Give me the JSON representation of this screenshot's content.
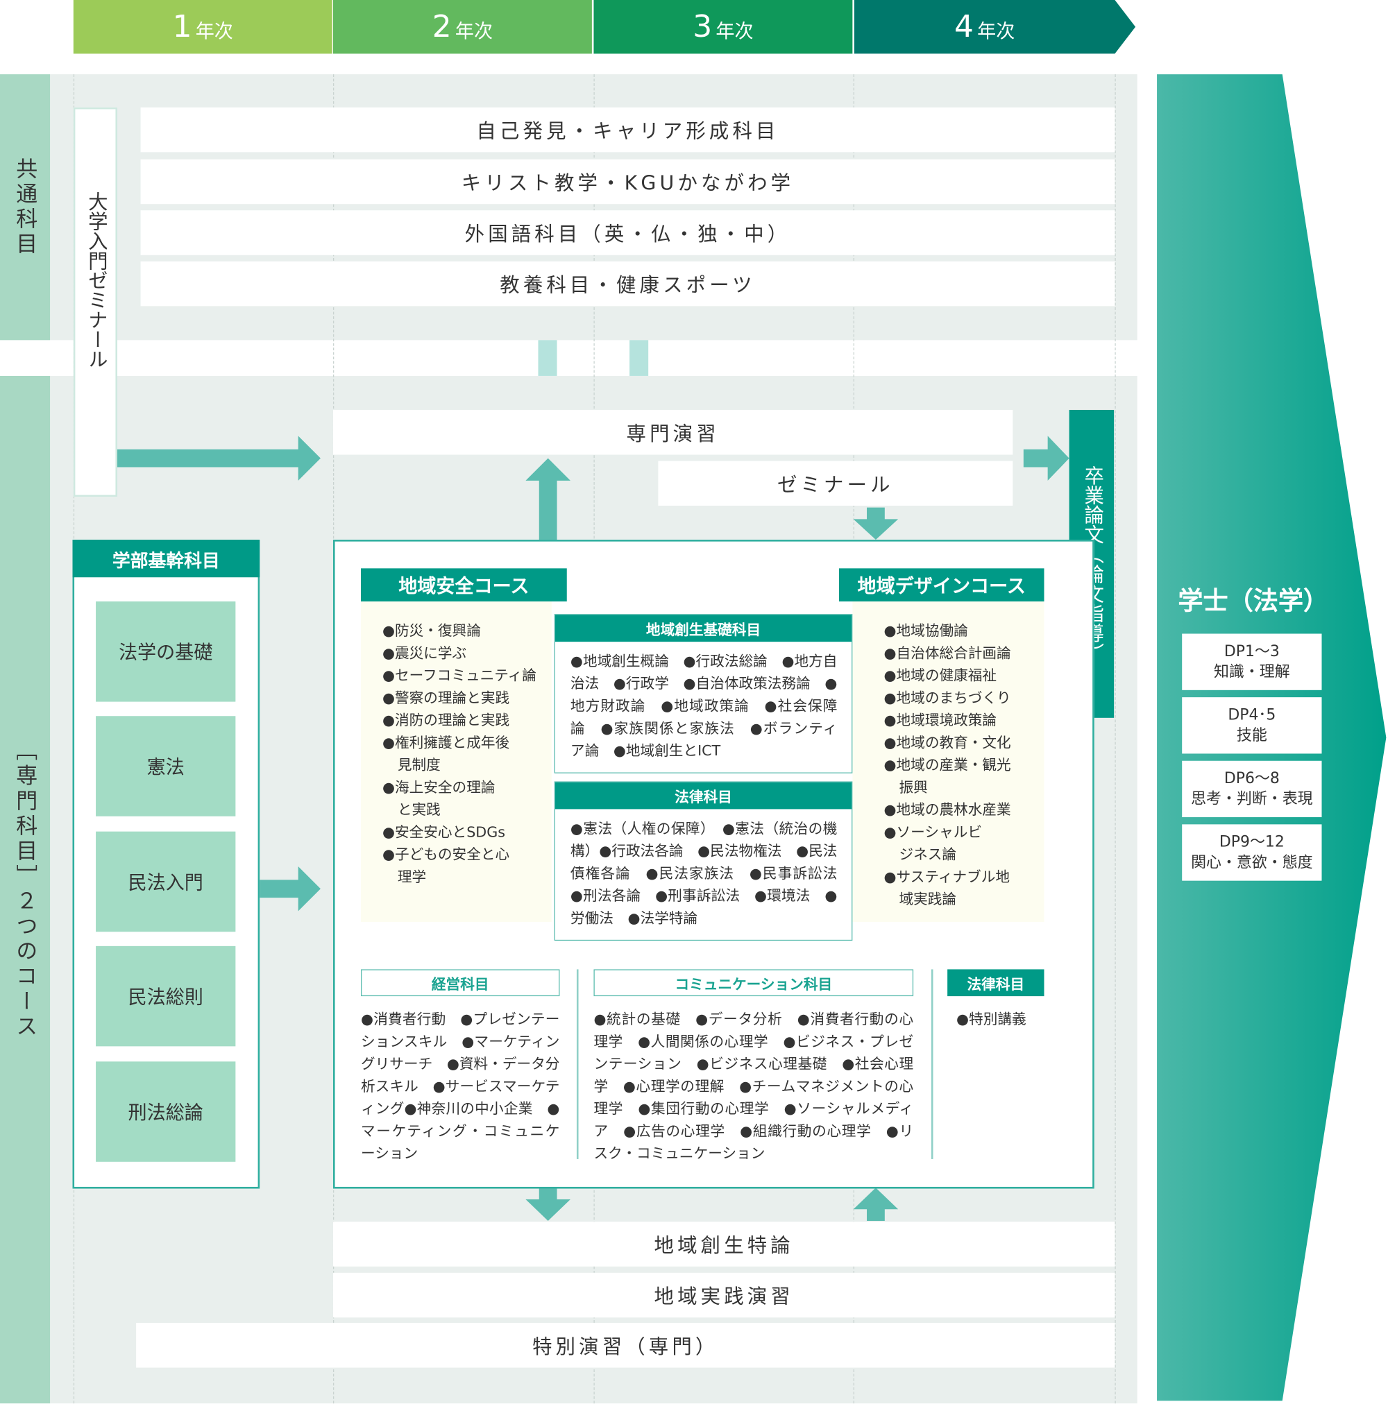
{
  "years": [
    {
      "num": "1",
      "suffix": "年次",
      "color": "#9ccb58"
    },
    {
      "num": "2",
      "suffix": "年次",
      "color": "#62b95e"
    },
    {
      "num": "3",
      "suffix": "年次",
      "color": "#0f985a"
    },
    {
      "num": "4",
      "suffix": "年次",
      "color": "#00786b"
    }
  ],
  "side_labels": {
    "common": "共通科目",
    "major": "［専門科目］２つのコース"
  },
  "intro_seminar": "大学入門ゼミナール",
  "common_rows": [
    "自己発見・キャリア形成科目",
    "キリスト教学・KGUかながわ学",
    "外国語科目（英・仏・独・中）",
    "教養科目・健康スポーツ"
  ],
  "senmon_enshu": "専門演習",
  "seminar": "ゼミナール",
  "thesis": "卒業論文（論文指導）",
  "core": {
    "title": "学部基幹科目",
    "items": [
      "法学の基礎",
      "憲法",
      "民法入門",
      "民法総則",
      "刑法総論"
    ]
  },
  "safety_course": {
    "title": "地域安全コース",
    "items": [
      "●防災・復興論",
      "●震災に学ぶ",
      "●セーフコミュニティ論",
      "●警察の理論と実践",
      "●消防の理論と実践",
      "●権利擁護と成年後見制度",
      "●海上安全の理論と実践",
      "●安全安心とSDGs",
      "●子どもの安全と心理学"
    ]
  },
  "design_course": {
    "title": "地域デザインコース",
    "items": [
      "●地域協働論",
      "●自治体総合計画論",
      "●地域の健康福祉",
      "●地域のまちづくり",
      "●地域環境政策論",
      "●地域の教育・文化",
      "●地域の産業・観光振興",
      "●地域の農林水産業",
      "●ソーシャルビジネス論",
      "●サスティナブル地域実践論"
    ]
  },
  "regional_basics": {
    "title": "地域創生基礎科目",
    "text": "●地域創生概論　●行政法総論　●地方自治法　●行政学　●自治体政策法務論　●地方財政論　●地域政策論　●社会保障論　●家族関係と家族法　●ボランティア論　●地域創生とICT"
  },
  "law_subjects": {
    "title": "法律科目",
    "text": "●憲法（人権の保障）　●憲法（統治の機構）●行政法各論　●民法物権法　●民法債権各論　●民法家族法　●民事訴訟法　●刑法各論　●刑事訴訟法　●環境法　●労働法　●法学特論"
  },
  "management": {
    "title": "経営科目",
    "text": "●消費者行動　●プレゼンテーションスキル　●マーケティングリサーチ　●資料・データ分析スキル　●サービスマーケティング●神奈川の中小企業　●マーケティング・コミュニケーション"
  },
  "communication": {
    "title": "コミュニケーション科目",
    "text": "●統計の基礎　●データ分析　●消費者行動の心理学　●人間関係の心理学　●ビジネス・プレゼンテーション　●ビジネス心理基礎　●社会心理学　●心理学の理解　●チームマネジメントの心理学　●集団行動の心理学　●ソーシャルメディア　●広告の心理学　●組織行動の心理学　●リスク・コミュニケーション"
  },
  "law_small": {
    "title": "法律科目",
    "text": "●特別講義"
  },
  "bottom_rows": [
    "地域創生特論",
    "地域実践演習",
    "特別演習（専門）"
  ],
  "degree": {
    "title": "学士（法学）",
    "dps": [
      {
        "code": "DP1〜3",
        "label": "知識・理解"
      },
      {
        "code": "DP4･5",
        "label": "技能"
      },
      {
        "code": "DP6〜8",
        "label": "思考・判断・表現"
      },
      {
        "code": "DP9〜12",
        "label": "関心・意欲・態度"
      }
    ]
  },
  "colors": {
    "teal": "#009a87",
    "arrow": "#5bbcaf",
    "mint": "#a3dcc5",
    "cream": "#fdfdf0",
    "panel": "#e9efed"
  }
}
